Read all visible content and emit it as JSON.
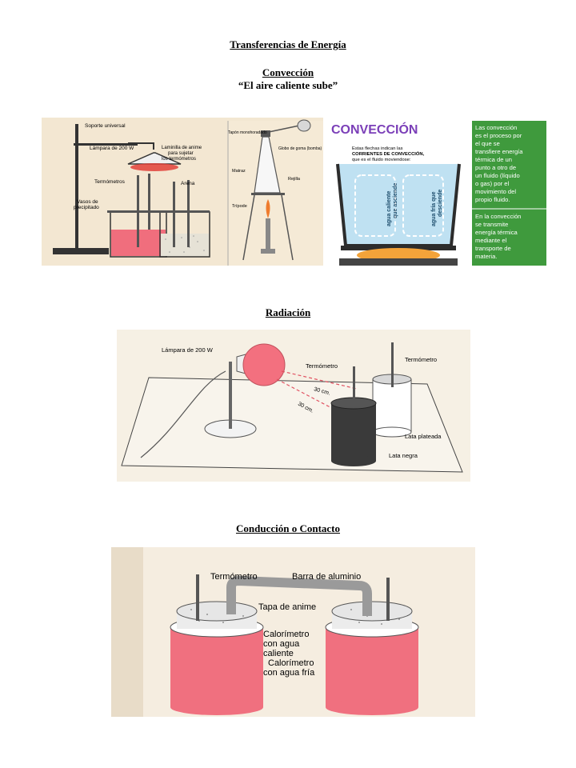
{
  "headings": {
    "main_title": "Transferencias de Energía",
    "convection": "Convección",
    "convection_subtitle": "“El aire caliente sube”",
    "radiation": "Radiación",
    "conduction": "Conducción o Contacto"
  },
  "fig_convection_lab": {
    "labels": {
      "soporte": "Soporte universal",
      "lampara": "Lámpara de 200 W",
      "laminilla_1": "Laminilla de anime",
      "laminilla_2": "para sujetar",
      "laminilla_3": "los termómetros",
      "termometros": "Termómetros",
      "arena": "Arena",
      "vasos_1": "Vasos de",
      "vasos_2": "precipitado",
      "tapon": "Tapón monohoradado",
      "globo": "Globo de goma (bomba)",
      "matraz": "Matraz",
      "rejilla": "Rejilla",
      "tripode": "Trípode"
    }
  },
  "fig_convection_info": {
    "title": "CONVECCIÓN",
    "arrows_note_1": "Estas flechas indican las",
    "arrows_note_2": "CORRIENTES DE CONVECCIÓN,",
    "arrows_note_3": "que es el fluido moviendose:",
    "hot_water_1": "agua caliente",
    "hot_water_2": "que asciende",
    "cold_water_1": "agua fría que",
    "cold_water_2": "desciende",
    "side_1a": "Las convección",
    "side_1b": "es el proceso por",
    "side_1c": "el que se",
    "side_1d": "transfiere energía",
    "side_1e": "térmica de un",
    "side_1f": "punto a otro de",
    "side_1g": "un fluido (líquido",
    "side_1h": "o gas) por el",
    "side_1i": "movimiento del",
    "side_1j": "propio fluido.",
    "side_2a": "En la convección",
    "side_2b": "se transmite",
    "side_2c": "energía térmica",
    "side_2d": "mediante el",
    "side_2e": "transporte de",
    "side_2f": "materia.",
    "colors": {
      "panel": "#3f9a3d",
      "water": "#bfe1f2"
    }
  },
  "fig_radiation": {
    "labels": {
      "lampara": "Lámpara de 200 W",
      "termometro_1": "Termómetro",
      "termometro_2": "Termómetro",
      "dist_1": "30 cm.",
      "dist_2": "30 cm.",
      "lata_plateada": "Lata plateada",
      "lata_negra": "Lata negra"
    }
  },
  "fig_conduction": {
    "labels": {
      "termometro": "Termómetro",
      "barra": "Barra de aluminio",
      "tapa": "Tapa de anime",
      "cal_caliente_1": "Calorímetro",
      "cal_caliente_2": "con agua",
      "cal_caliente_3": "caliente",
      "cal_fria_1": "Calorímetro",
      "cal_fria_2": "con agua fría"
    }
  }
}
